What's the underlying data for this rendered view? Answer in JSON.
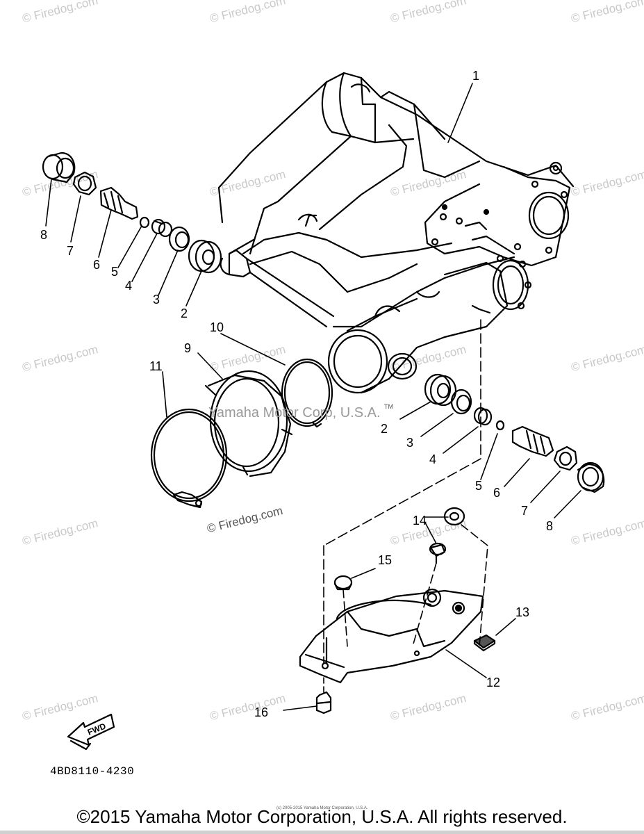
{
  "watermark": "© Firedog.com",
  "center_watermark": "Yamaha Motor Corp, U.S.A.",
  "trademark": "TM",
  "diagram_watermark": "© Firedog.com",
  "part_code": "4BD8110-4230",
  "fwd_label": "FWD",
  "tiny_copyright": "(c) 2005-2015 Yamaha Motor Corporation, U.S.A.",
  "copyright": "©2015 Yamaha Motor Corporation, U.S.A. All rights reserved.",
  "callouts": {
    "c1": "1",
    "c2a": "2",
    "c3a": "3",
    "c4a": "4",
    "c5a": "5",
    "c6a": "6",
    "c7a": "7",
    "c8a": "8",
    "c2b": "2",
    "c3b": "3",
    "c4b": "4",
    "c5b": "5",
    "c6b": "6",
    "c7b": "7",
    "c8b": "8",
    "c9": "9",
    "c10": "10",
    "c11": "11",
    "c12": "12",
    "c13": "13",
    "c14": "14",
    "c15": "15",
    "c16": "16"
  }
}
